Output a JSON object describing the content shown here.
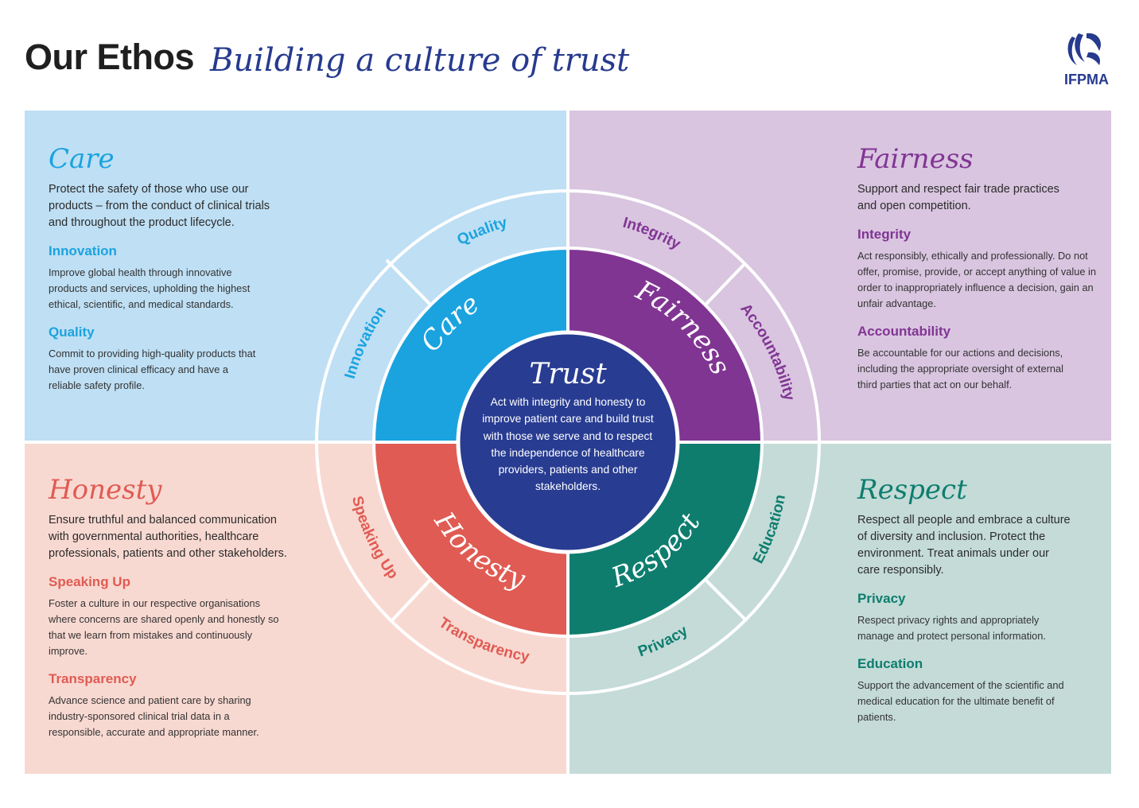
{
  "header": {
    "title": "Our Ethos",
    "subtitle": "Building a culture of trust",
    "logo_text": "IFPMA"
  },
  "colors": {
    "care": "#1aa3df",
    "fairness": "#813593",
    "honesty": "#e05b53",
    "respect": "#0e7d6e",
    "trust": "#283c92"
  },
  "care": {
    "title": "Care",
    "intro": "Protect the safety of those who use our products – from the conduct of clinical trials and throughout the product lifecycle.",
    "items": [
      {
        "title": "Innovation",
        "desc": "Improve global health through innovative products and services, upholding the highest ethical, scientific, and medical standards."
      },
      {
        "title": "Quality",
        "desc": "Commit to providing high-quality products that have proven clinical efficacy and have a reliable safety profile."
      }
    ]
  },
  "fairness": {
    "title": "Fairness",
    "intro": "Support and respect fair trade practices and open competition.",
    "items": [
      {
        "title": "Integrity",
        "desc": "Act responsibly, ethically and professionally. Do not offer, promise, provide, or accept anything of value in order to inappropriately influence a decision, gain an unfair advantage."
      },
      {
        "title": "Accountability",
        "desc": "Be accountable for our actions and decisions, including the appropriate oversight of external third parties that act on our behalf."
      }
    ]
  },
  "honesty": {
    "title": "Honesty",
    "intro": "Ensure truthful and balanced communication with governmental authorities, healthcare professionals, patients and other stakeholders.",
    "items": [
      {
        "title": "Speaking Up",
        "desc": "Foster a culture in our respective organisations where concerns are shared openly and honestly so that we learn from mistakes and continuously improve."
      },
      {
        "title": "Transparency",
        "desc": "Advance science and patient care by sharing industry-sponsored clinical trial data in a responsible, accurate and appropriate manner."
      }
    ]
  },
  "respect": {
    "title": "Respect",
    "intro": "Respect all people and embrace a culture of diversity and inclusion. Protect the environment. Treat animals under our care responsibly.",
    "items": [
      {
        "title": "Privacy",
        "desc": "Respect privacy rights and appropriately manage and protect personal information."
      },
      {
        "title": "Education",
        "desc": "Support the advancement of the scientific and medical education for the ultimate benefit of patients."
      }
    ]
  },
  "wheel": {
    "center_title": "Trust",
    "center_text": "Act with integrity and honesty to improve patient care and build trust with those we serve and to respect the independence of healthcare providers, patients and other stakeholders.",
    "inner": [
      "Care",
      "Fairness",
      "Honesty",
      "Respect"
    ],
    "outer": [
      "Quality",
      "Innovation",
      "Integrity",
      "Accountability",
      "Speaking Up",
      "Transparency",
      "Education",
      "Privacy"
    ]
  }
}
